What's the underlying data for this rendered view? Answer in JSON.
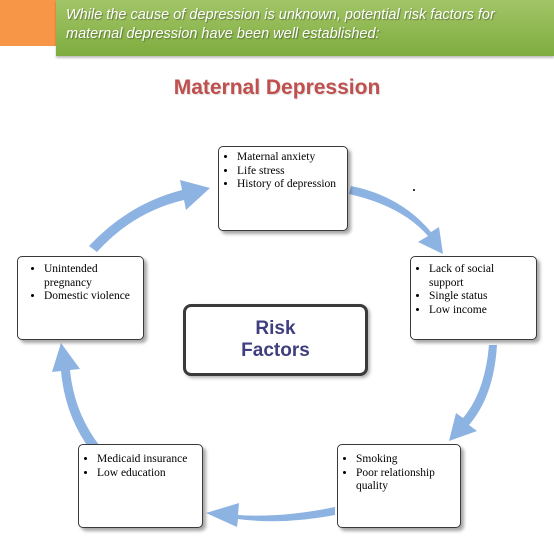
{
  "banner": {
    "text": "While the cause of depression is unknown, potential risk factors for maternal depression have been well established:",
    "colors": {
      "orange": "#f79646",
      "green": "#8db350"
    }
  },
  "title": "Maternal Depression",
  "center": {
    "label": "Risk\nFactors"
  },
  "boxes": [
    {
      "items": [
        "Maternal anxiety",
        "Life stress",
        "History of depression"
      ]
    },
    {
      "items": [
        "Lack of social support",
        "Single status",
        "Low income"
      ]
    },
    {
      "items": [
        "Smoking",
        "Poor relationship quality"
      ]
    },
    {
      "items": [
        "Medicaid insurance",
        "Low education"
      ]
    },
    {
      "items": [
        "Unintended pregnancy",
        "Domestic violence"
      ]
    }
  ],
  "colors": {
    "title": "#c0504d",
    "arrow": "#8db3e2",
    "center_text": "#3f3f7f"
  }
}
